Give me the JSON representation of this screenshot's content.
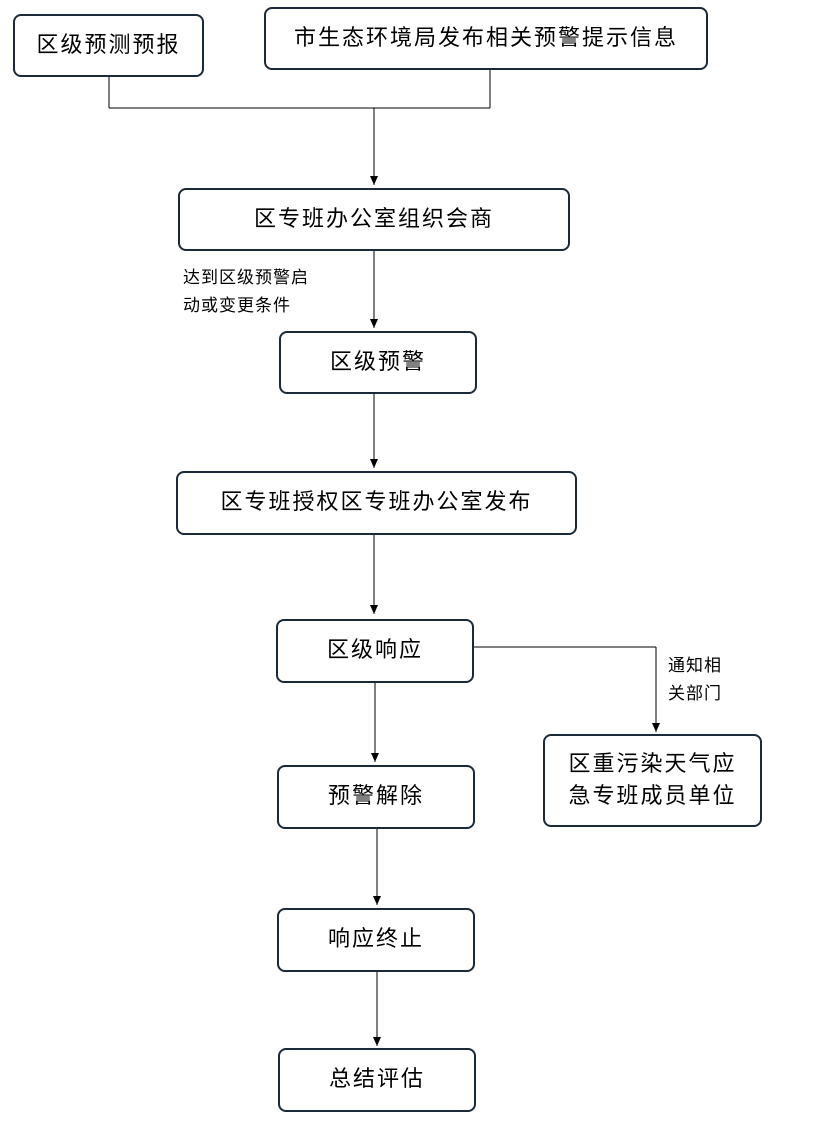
{
  "nodes": {
    "district_forecast": "区级预测预报",
    "city_bureau_warning": "市生态环境局发布相关预警提示信息",
    "office_consult": "区专班办公室组织会商",
    "district_warning": "区级预警",
    "authorized_release": "区专班授权区专班办公室发布",
    "district_response": "区级响应",
    "warning_lifted": "预警解除",
    "response_terminated": "响应终止",
    "summary_evaluation": "总结评估",
    "member_units_line1": "区重污染天气应",
    "member_units_line2": "急专班成员单位"
  },
  "edge_labels": {
    "condition_line1": "达到区级预警启",
    "condition_line2": "动或变更条件",
    "notify_line1": "通知相",
    "notify_line2": "关部门"
  }
}
